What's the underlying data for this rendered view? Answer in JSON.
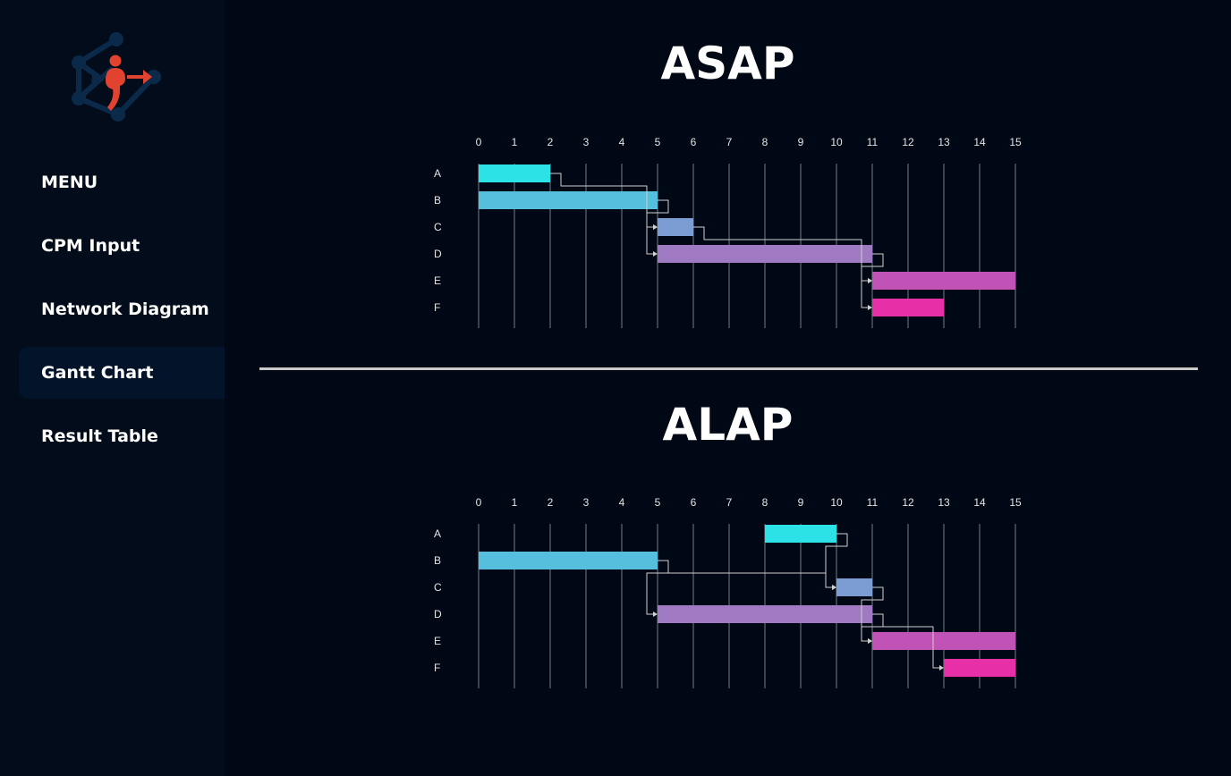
{
  "sidebar": {
    "logo_icon": "network-person-logo-icon",
    "items": [
      {
        "label": "MENU",
        "active": false
      },
      {
        "label": "CPM Input",
        "active": false
      },
      {
        "label": "Network Diagram",
        "active": false
      },
      {
        "label": "Gantt Chart",
        "active": true
      },
      {
        "label": "Result Table",
        "active": false
      }
    ]
  },
  "colors": {
    "background": "#010815",
    "sidebar": "#020c1a",
    "active_item": "#03142a",
    "grid": "#4d5561",
    "link": "#cfcfcf",
    "task_A": "#2de2e6",
    "task_B": "#56bfdd",
    "task_C": "#7b9dd3",
    "task_D": "#9f7ac3",
    "task_E": "#c153b6",
    "task_F": "#e730a8"
  },
  "chart_data": [
    {
      "type": "bar",
      "chart_kind": "gantt",
      "title": "ASAP",
      "x_ticks": [
        0,
        1,
        2,
        3,
        4,
        5,
        6,
        7,
        8,
        9,
        10,
        11,
        12,
        13,
        14,
        15
      ],
      "xlim": [
        0,
        15
      ],
      "grid": true,
      "tasks": [
        {
          "name": "A",
          "start": 0,
          "end": 2,
          "color": "#2de2e6"
        },
        {
          "name": "B",
          "start": 0,
          "end": 5,
          "color": "#56bfdd"
        },
        {
          "name": "C",
          "start": 5,
          "end": 6,
          "color": "#7b9dd3"
        },
        {
          "name": "D",
          "start": 5,
          "end": 11,
          "color": "#9f7ac3"
        },
        {
          "name": "E",
          "start": 11,
          "end": 15,
          "color": "#c153b6"
        },
        {
          "name": "F",
          "start": 11,
          "end": 13,
          "color": "#e730a8"
        }
      ],
      "dependencies": [
        {
          "from": "A",
          "to": "C"
        },
        {
          "from": "B",
          "to": "C"
        },
        {
          "from": "B",
          "to": "D"
        },
        {
          "from": "C",
          "to": "E"
        },
        {
          "from": "D",
          "to": "E"
        },
        {
          "from": "D",
          "to": "F"
        }
      ]
    },
    {
      "type": "bar",
      "chart_kind": "gantt",
      "title": "ALAP",
      "x_ticks": [
        0,
        1,
        2,
        3,
        4,
        5,
        6,
        7,
        8,
        9,
        10,
        11,
        12,
        13,
        14,
        15
      ],
      "xlim": [
        0,
        15
      ],
      "grid": true,
      "tasks": [
        {
          "name": "A",
          "start": 8,
          "end": 10,
          "color": "#2de2e6"
        },
        {
          "name": "B",
          "start": 0,
          "end": 5,
          "color": "#56bfdd"
        },
        {
          "name": "C",
          "start": 10,
          "end": 11,
          "color": "#7b9dd3"
        },
        {
          "name": "D",
          "start": 5,
          "end": 11,
          "color": "#9f7ac3"
        },
        {
          "name": "E",
          "start": 11,
          "end": 15,
          "color": "#c153b6"
        },
        {
          "name": "F",
          "start": 13,
          "end": 15,
          "color": "#e730a8"
        }
      ],
      "dependencies": [
        {
          "from": "A",
          "to": "C"
        },
        {
          "from": "B",
          "to": "C"
        },
        {
          "from": "B",
          "to": "D"
        },
        {
          "from": "C",
          "to": "E"
        },
        {
          "from": "D",
          "to": "E"
        },
        {
          "from": "D",
          "to": "F"
        }
      ]
    }
  ]
}
